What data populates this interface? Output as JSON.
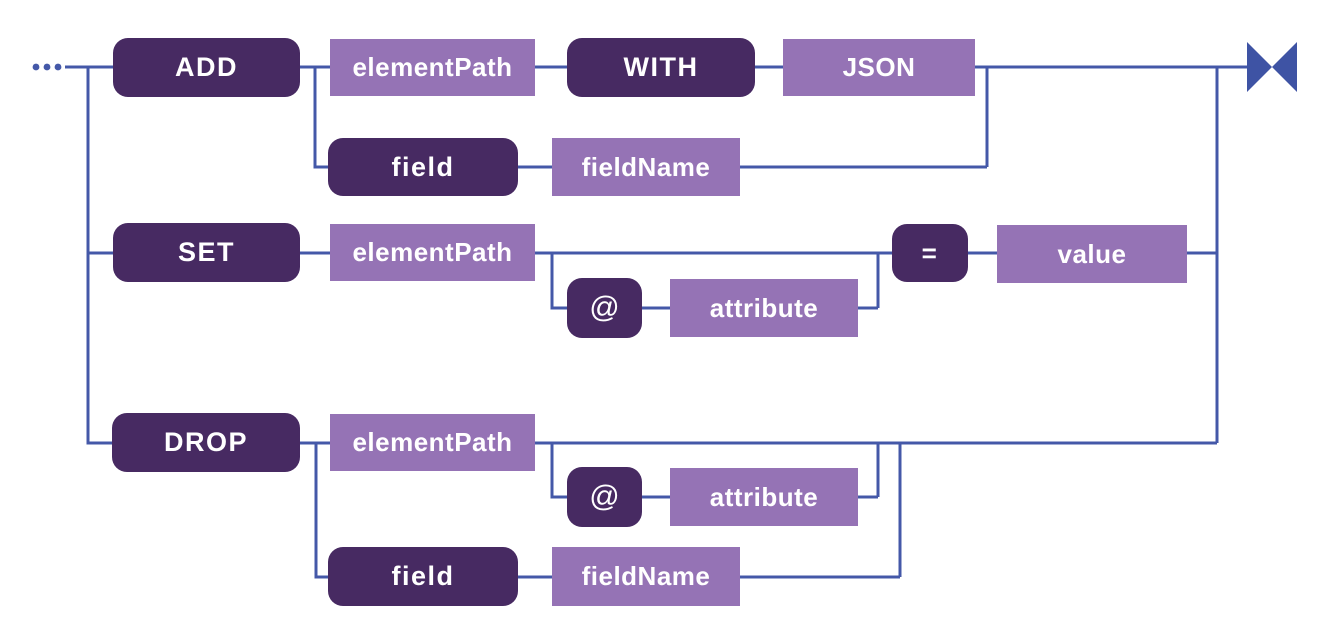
{
  "diagram": {
    "kind": "railroad-syntax-diagram",
    "start_marker": "...",
    "end_marker": "bowtie-terminator",
    "colors": {
      "keyword_box": "#472a62",
      "operand_box": "#9573b5",
      "connector_line": "#4458a8",
      "end_marker": "#3e53a4",
      "box_text": "#ffffff",
      "background": "#ffffff"
    },
    "branches": [
      {
        "name": "add",
        "sequence": [
          "ADD",
          "elementPath",
          "WITH",
          "JSON"
        ],
        "alternative": [
          "field",
          "fieldName"
        ]
      },
      {
        "name": "set",
        "sequence": [
          "SET",
          "elementPath",
          "=",
          "value"
        ],
        "optional": [
          "@",
          "attribute"
        ]
      },
      {
        "name": "drop",
        "sequence": [
          "DROP",
          "elementPath"
        ],
        "optional": [
          "@",
          "attribute"
        ],
        "alternative": [
          "field",
          "fieldName"
        ]
      }
    ],
    "nodes": {
      "add": {
        "label": "ADD",
        "kind": "keyword"
      },
      "add_elementPath": {
        "label": "elementPath",
        "kind": "operand"
      },
      "with": {
        "label": "WITH",
        "kind": "keyword"
      },
      "json": {
        "label": "JSON",
        "kind": "operand"
      },
      "add_field": {
        "label": "field",
        "kind": "keyword"
      },
      "add_fieldName": {
        "label": "fieldName",
        "kind": "operand"
      },
      "set": {
        "label": "SET",
        "kind": "keyword"
      },
      "set_elementPath": {
        "label": "elementPath",
        "kind": "operand"
      },
      "set_at": {
        "label": "@",
        "kind": "keyword"
      },
      "set_attribute": {
        "label": "attribute",
        "kind": "operand"
      },
      "equals": {
        "label": "=",
        "kind": "keyword"
      },
      "value": {
        "label": "value",
        "kind": "operand"
      },
      "drop": {
        "label": "DROP",
        "kind": "keyword"
      },
      "drop_elementPath": {
        "label": "elementPath",
        "kind": "operand"
      },
      "drop_at": {
        "label": "@",
        "kind": "keyword"
      },
      "drop_attribute": {
        "label": "attribute",
        "kind": "operand"
      },
      "drop_field": {
        "label": "field",
        "kind": "keyword"
      },
      "drop_fieldName": {
        "label": "fieldName",
        "kind": "operand"
      }
    }
  }
}
